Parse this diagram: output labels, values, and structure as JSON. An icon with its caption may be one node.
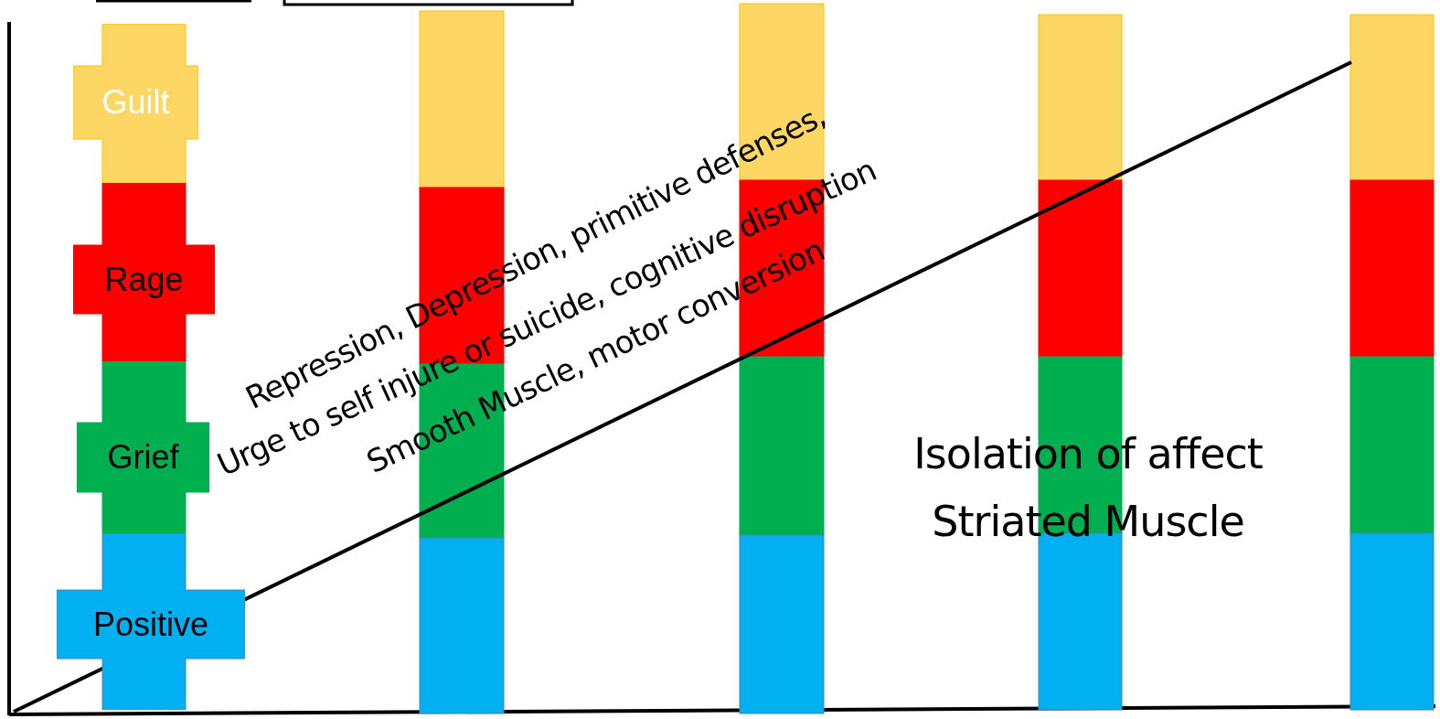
{
  "diagram": {
    "nodes": [
      {
        "text": [
          "Guilt"
        ]
      },
      {
        "text": [
          "Rage"
        ]
      },
      {
        "text": [
          "Grief"
        ]
      },
      {
        "text": [
          "Positive"
        ]
      }
    ],
    "labels": [
      "Repression, Depression, primitive defenses,",
      "Urge to self injure or suicide,  cognitive disruption",
      "Smooth Muscle, motor conversion",
      "Isolation of affect Striated Muscle"
    ]
  }
}
